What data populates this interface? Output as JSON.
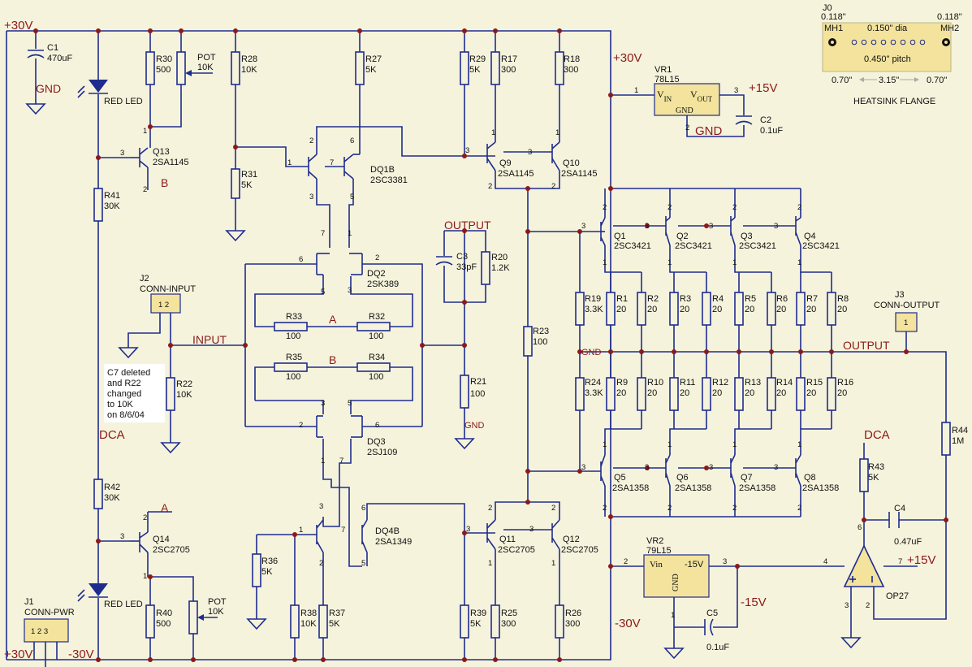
{
  "nets": {
    "plus30_tl": "+30V",
    "plus30_tr": "+30V",
    "plus30_bl": "+30V",
    "minus30_b": "-30V",
    "minus30_r": "-30V",
    "plus15": "+15V",
    "plus15_op": "+15V",
    "minus15": "-15V",
    "minus15_vr": "-15V",
    "gnd_c1": "GND",
    "gnd_vr1": "GND",
    "gnd_mid": "GND",
    "gnd_r21": "GND",
    "dca_left": "DCA",
    "dca_right": "DCA",
    "input": "INPUT",
    "output_top": "OUTPUT",
    "output_right": "OUTPUT",
    "a1": "A",
    "a2": "A",
    "b1": "B",
    "b2": "B"
  },
  "components": {
    "c1": {
      "ref": "C1",
      "value": "470uF"
    },
    "c2": {
      "ref": "C2",
      "value": "0.1uF"
    },
    "c3": {
      "ref": "C3",
      "value": "33pF"
    },
    "c4": {
      "ref": "C4",
      "value": "0.47uF"
    },
    "c5": {
      "ref": "C5",
      "value": "0.1uF"
    },
    "r30": {
      "ref": "R30",
      "value": "500"
    },
    "pot1": {
      "ref": "POT",
      "value": "10K"
    },
    "pot2": {
      "ref": "POT",
      "value": "10K"
    },
    "r28": {
      "ref": "R28",
      "value": "10K"
    },
    "r27": {
      "ref": "R27",
      "value": "5K"
    },
    "r29": {
      "ref": "R29",
      "value": "5K"
    },
    "r17": {
      "ref": "R17",
      "value": "300"
    },
    "r18": {
      "ref": "R18",
      "value": "300"
    },
    "r31": {
      "ref": "R31",
      "value": "5K"
    },
    "r41": {
      "ref": "R41",
      "value": "30K"
    },
    "r42": {
      "ref": "R42",
      "value": "30K"
    },
    "r40": {
      "ref": "R40",
      "value": "500"
    },
    "r33": {
      "ref": "R33",
      "value": "100"
    },
    "r32": {
      "ref": "R32",
      "value": "100"
    },
    "r35": {
      "ref": "R35",
      "value": "100"
    },
    "r34": {
      "ref": "R34",
      "value": "100"
    },
    "r22": {
      "ref": "R22",
      "value": "10K"
    },
    "r20": {
      "ref": "R20",
      "value": "1.2K"
    },
    "r21": {
      "ref": "R21",
      "value": "100"
    },
    "r23": {
      "ref": "R23",
      "value": "100"
    },
    "r19": {
      "ref": "R19",
      "value": "3.3K"
    },
    "r24": {
      "ref": "R24",
      "value": "3.3K"
    },
    "r1": {
      "ref": "R1",
      "value": "20"
    },
    "r2": {
      "ref": "R2",
      "value": "20"
    },
    "r3": {
      "ref": "R3",
      "value": "20"
    },
    "r4": {
      "ref": "R4",
      "value": "20"
    },
    "r5": {
      "ref": "R5",
      "value": "20"
    },
    "r6": {
      "ref": "R6",
      "value": "20"
    },
    "r7": {
      "ref": "R7",
      "value": "20"
    },
    "r8": {
      "ref": "R8",
      "value": "20"
    },
    "r9": {
      "ref": "R9",
      "value": "20"
    },
    "r10": {
      "ref": "R10",
      "value": "20"
    },
    "r11": {
      "ref": "R11",
      "value": "20"
    },
    "r12": {
      "ref": "R12",
      "value": "20"
    },
    "r13": {
      "ref": "R13",
      "value": "20"
    },
    "r14": {
      "ref": "R14",
      "value": "20"
    },
    "r15": {
      "ref": "R15",
      "value": "20"
    },
    "r16": {
      "ref": "R16",
      "value": "20"
    },
    "r36": {
      "ref": "R36",
      "value": "5K"
    },
    "r38": {
      "ref": "R38",
      "value": "10K"
    },
    "r37": {
      "ref": "R37",
      "value": "5K"
    },
    "r39": {
      "ref": "R39",
      "value": "5K"
    },
    "r25": {
      "ref": "R25",
      "value": "300"
    },
    "r26": {
      "ref": "R26",
      "value": "300"
    },
    "r43": {
      "ref": "R43",
      "value": "5K"
    },
    "r44": {
      "ref": "R44",
      "value": "1M"
    },
    "q13": {
      "ref": "Q13",
      "value": "2SA1145"
    },
    "q14": {
      "ref": "Q14",
      "value": "2SC2705"
    },
    "q9": {
      "ref": "Q9",
      "value": "2SA1145"
    },
    "q10": {
      "ref": "Q10",
      "value": "2SA1145"
    },
    "q11": {
      "ref": "Q11",
      "value": "2SC2705"
    },
    "q12": {
      "ref": "Q12",
      "value": "2SC2705"
    },
    "dq1b": {
      "ref": "DQ1B",
      "value": "2SC3381"
    },
    "dq2": {
      "ref": "DQ2",
      "value": "2SK389"
    },
    "dq3": {
      "ref": "DQ3",
      "value": "2SJ109"
    },
    "dq4b": {
      "ref": "DQ4B",
      "value": "2SA1349"
    },
    "q1": {
      "ref": "Q1",
      "value": "2SC3421"
    },
    "q2": {
      "ref": "Q2",
      "value": "2SC3421"
    },
    "q3": {
      "ref": "Q3",
      "value": "2SC3421"
    },
    "q4": {
      "ref": "Q4",
      "value": "2SC3421"
    },
    "q5": {
      "ref": "Q5",
      "value": "2SA1358"
    },
    "q6": {
      "ref": "Q6",
      "value": "2SA1358"
    },
    "q7": {
      "ref": "Q7",
      "value": "2SA1358"
    },
    "q8": {
      "ref": "Q8",
      "value": "2SA1358"
    },
    "vr1": {
      "ref": "VR1",
      "value": "78L15",
      "vin": "V",
      "vin_sub": "IN",
      "vout": "V",
      "vout_sub": "OUT",
      "gnd": "GND"
    },
    "vr2": {
      "ref": "VR2",
      "value": "79L15",
      "vin": "Vin",
      "vout": "-15V",
      "gnd": "GND"
    },
    "op27": {
      "ref": "OP27"
    },
    "led1": {
      "label": "RED LED"
    },
    "led2": {
      "label": "RED LED"
    },
    "j1": {
      "ref": "J1",
      "value": "CONN-PWR",
      "pins": "1 2 3"
    },
    "j2": {
      "ref": "J2",
      "value": "CONN-INPUT",
      "pins": "1 2"
    },
    "j3": {
      "ref": "J3",
      "value": "CONN-OUTPUT",
      "pins": "1"
    }
  },
  "note": {
    "lines": [
      "C7 deleted",
      "and R22",
      "changed",
      "to 10K",
      "on 8/6/04"
    ]
  },
  "heatsink": {
    "ref": "J0",
    "title": "HEATSINK FLANGE",
    "mh1": "MH1",
    "mh2": "MH2",
    "dim_left": "0.118\"",
    "dim_right": "0.118\"",
    "dia": "0.150\" dia",
    "pitch": "0.450\" pitch",
    "off_left": "0.70\"",
    "span": "3.15\"",
    "off_right": "0.70\""
  }
}
